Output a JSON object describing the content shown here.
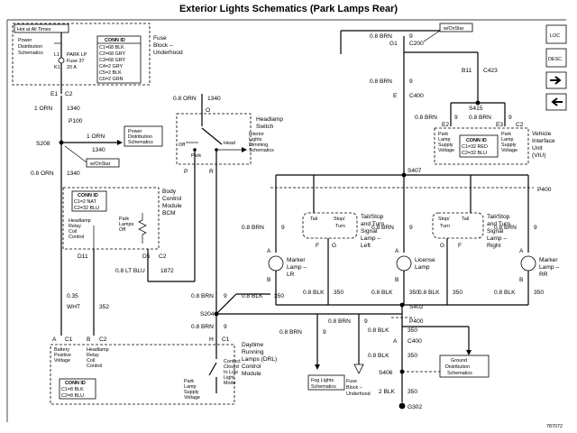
{
  "title": "Exterior Lights Schematics (Park Lamps Rear)",
  "fuse_block": {
    "hot_label": "Hot at All Times",
    "pds_lines": [
      "Power",
      "Distribution",
      "Schematics"
    ],
    "fuse_lines": [
      "PARK LP",
      "Fuse 37",
      "20 A"
    ],
    "l1": "L1",
    "k1": "K1",
    "conn_title": "CONN ID",
    "conn_rows": [
      "C1=68 BLK",
      "C2=68 GRY",
      "C3=68 GRY",
      "C4=2 GRY",
      "C5=2 BLK",
      "C6=2 GRN"
    ],
    "name_lines": [
      "Fuse",
      "Block –",
      "Underhood"
    ],
    "pin_e1": "E1",
    "pin_c2": "C2"
  },
  "left_circuit": {
    "orn_1": "1 ORN",
    "ckt_1340_a": "1340",
    "p100": "P100",
    "s208": "S208",
    "orn_2": "1 ORN",
    "ckt_1340_b": "1340",
    "pds_box_lines": [
      "Power",
      "Distribution",
      "Schematics"
    ],
    "w_onstar": "w/OnStar",
    "orn_3": "0.8 ORN",
    "ckt_1340_c": "1340"
  },
  "headlamp_switch": {
    "wire_top": "0.8 ORN",
    "ckt_1340": "1340",
    "pin_o": "O",
    "off": "Off",
    "park": "Park",
    "head": "Head",
    "name_lines": [
      "Headlamp",
      "Switch"
    ],
    "dim_lines": [
      "Interior",
      "Lights",
      "Dimming",
      "Schematics"
    ],
    "pin_p": "P",
    "pin_r": "R"
  },
  "bcm": {
    "conn_title": "CONN ID",
    "conn_rows": [
      "C1=2 NAT",
      "C2=32 BLU"
    ],
    "relay_lines": [
      "Headlamp",
      "Relay",
      "Coil",
      "Control"
    ],
    "park_lines": [
      "Park",
      "Lamps",
      "Off"
    ],
    "name_lines": [
      "Body",
      "Control",
      "Module",
      "BCM"
    ],
    "pin_d11": "D11",
    "pin_d5": "D5",
    "pin_c2": "C2",
    "wire_lt_blu": "0.8 LT BLU",
    "ckt_1872": "1872",
    "wire_wht_size": "0.35",
    "wire_wht": "WHT",
    "ckt_352": "352"
  },
  "drl": {
    "pin_a": "A",
    "pin_c1": "C1",
    "pin_b": "B",
    "pin_c2": "C2",
    "pin_h": "H",
    "pin_c1b": "C1",
    "batt_lines": [
      "Battery",
      "Positive",
      "Voltage"
    ],
    "relay_lines": [
      "Headlamp",
      "Relay",
      "Coil",
      "Control"
    ],
    "contact_lines": [
      "Contact",
      "Closed",
      "In Low",
      "Light",
      "Mode"
    ],
    "supply_lines": [
      "Park",
      "Lamp",
      "Supply",
      "Voltage"
    ],
    "conn_title": "CONN ID",
    "conn_rows": [
      "C1=8 BLK",
      "C2=8 BLU"
    ],
    "name_lines": [
      "Daytime",
      "Running",
      "Lamps (DRL)",
      "Control",
      "Module"
    ]
  },
  "middle": {
    "brn_1": "0.8 BRN",
    "ckt_9_a": "9",
    "brn_2": "0.8 BRN",
    "ckt_9_b": "9",
    "blk_1": "0.8 BLK",
    "ckt_350_a": "350",
    "s204": "S204",
    "brn_3": "0.8 BRN",
    "ckt_9_c": "9",
    "brn_4": "0.8 BRN",
    "ckt_9_d": "9",
    "fog_lines": [
      "Fog Lights",
      "Schematics"
    ],
    "fuse_ref_lines": [
      "Fuse",
      "Block –",
      "Underhood"
    ]
  },
  "right_top": {
    "w_onstar": "w/OnStar",
    "g1": "G1",
    "c200": "C200",
    "brn_1": "0.8 BRN",
    "ckt_9_a": "9",
    "b11": "B11",
    "c423": "C423",
    "pin_e": "E",
    "c400": "C400",
    "brn_2": "0.8 BRN",
    "ckt_9_b": "9",
    "s415": "S415",
    "brn_3": "0.8 BRN",
    "ckt_9_c": "9",
    "brn_4": "0.8 BRN",
    "ckt_9_d": "9",
    "e2": "E2",
    "e3": "E3",
    "c2": "C2",
    "supply_left": [
      "Park",
      "Lamp",
      "Supply",
      "Voltage"
    ],
    "supply_right": [
      "Park",
      "Lamp",
      "Supply",
      "Voltage"
    ],
    "conn_title": "CONN ID",
    "conn_rows": [
      "C1=32 RED",
      "C2=32 BLU"
    ],
    "viu_lines": [
      "Vehicle",
      "Interface",
      "Unit",
      "(VIU)"
    ],
    "s407": "S407",
    "p400": "P400"
  },
  "lamps": {
    "tail": "Tail",
    "stop": "Stop/",
    "turn": "Turn",
    "tail_r": "Tail",
    "tsl_lines": [
      "Tail/Stop",
      "and Turn",
      "Signal",
      "Lamp –",
      "Left"
    ],
    "tsr_lines": [
      "Tail/Stop",
      "and Turn",
      "Signal",
      "Lamp –",
      "Right"
    ],
    "marker_lr": [
      "Marker",
      "Lamp –",
      "LR"
    ],
    "marker_rr": [
      "Marker",
      "Lamp –",
      "RR"
    ],
    "license": [
      "License",
      "Lamp"
    ],
    "pin_a": "A",
    "pin_b": "B",
    "pin_f": "F",
    "pin_g": "G",
    "brn": "0.8 BRN",
    "ckt_9": "9",
    "blk": "0.8 BLK",
    "ckt_350": "350"
  },
  "bottom": {
    "s402": "S402",
    "p400": "P400",
    "blk_1": "0.8 BLK",
    "ckt_350_a": "350",
    "pin_a": "A",
    "c400": "C400",
    "blk_2": "0.8 BLK",
    "ckt_350_b": "350",
    "s406": "S406",
    "blk_3": "2 BLK",
    "ckt_350_c": "350",
    "g302": "G302",
    "gds_lines": [
      "Ground",
      "Distribution",
      "Schematics"
    ]
  },
  "nav": {
    "loc": "LOC",
    "desc": "DESC"
  },
  "footer_code": "787072",
  "colors": {
    "ink": "#000000",
    "paper": "#ffffff"
  }
}
